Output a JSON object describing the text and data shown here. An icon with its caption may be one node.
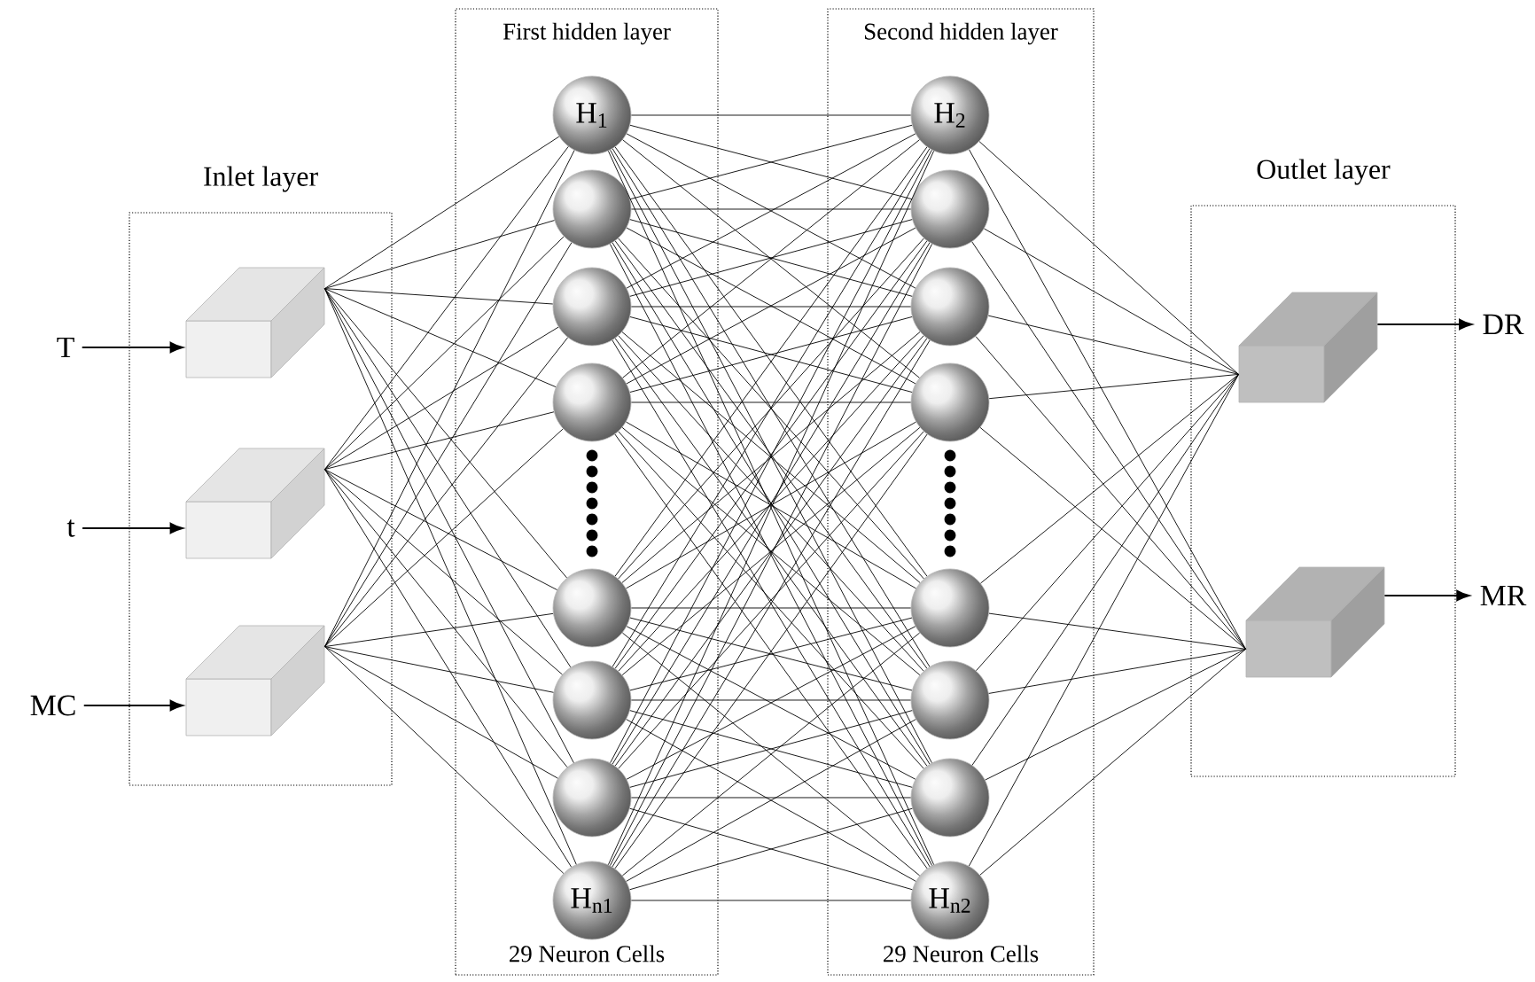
{
  "diagram": {
    "nodes": [
      {
        "text": [
          "T"
        ]
      },
      {
        "text": [
          "t"
        ]
      },
      {
        "text": [
          "MC"
        ]
      },
      {
        "text": [
          "Inlet layer"
        ]
      },
      {
        "text": [],
        "shape": "box",
        "in": 3
      },
      {
        "text": [],
        "shape": "box",
        "in": 3
      },
      {
        "text": [],
        "shape": "box",
        "in": 3
      },
      {
        "text": [
          "First hidden layer",
          "29 Neuron Cells"
        ]
      },
      {
        "text": [
          "H$_{1}$"
        ],
        "in": 7
      },
      {
        "text": [],
        "shape": "circle",
        "in": 7
      },
      {
        "text": [],
        "shape": "circle",
        "in": 7
      },
      {
        "text": [],
        "shape": "circle",
        "in": 7
      },
      {
        "text": [],
        "shape": "circle",
        "in": 7
      },
      {
        "text": [],
        "shape": "circle",
        "in": 7
      },
      {
        "text": [],
        "shape": "circle",
        "in": 7
      },
      {
        "text": [
          "H$_{n1}$"
        ],
        "in": 7
      },
      {
        "text": [
          "Second hidden layer",
          "29 Neuron Cells"
        ]
      },
      {
        "text": [
          "H$_{2}$"
        ],
        "in": 16
      },
      {
        "text": [],
        "shape": "circle",
        "in": 16
      },
      {
        "text": [],
        "shape": "circle",
        "in": 16
      },
      {
        "text": [],
        "shape": "circle",
        "in": 16
      },
      {
        "text": [],
        "shape": "circle",
        "in": 16
      },
      {
        "text": [],
        "shape": "circle",
        "in": 16
      },
      {
        "text": [],
        "shape": "circle",
        "in": 16
      },
      {
        "text": [
          "H$_{n2}$"
        ],
        "in": 16
      },
      {
        "text": [
          "Outlet layer"
        ]
      },
      {
        "text": [],
        "shape": "box",
        "in": 25
      },
      {
        "text": [],
        "shape": "box",
        "in": 25
      },
      {
        "text": [
          "DR"
        ]
      },
      {
        "text": [
          "MR"
        ]
      }
    ],
    "edges": [
      {
        "from": 0,
        "to": 4,
        "arrow": "to"
      },
      {
        "from": 1,
        "to": 5,
        "arrow": "to"
      },
      {
        "from": 2,
        "to": 6,
        "arrow": "to"
      },
      {
        "from": 4,
        "to": 8,
        "arrow": "none"
      },
      {
        "from": 4,
        "to": 9,
        "arrow": "none"
      },
      {
        "from": 4,
        "to": 10,
        "arrow": "none"
      },
      {
        "from": 4,
        "to": 11,
        "arrow": "none"
      },
      {
        "from": 4,
        "to": 12,
        "arrow": "none"
      },
      {
        "from": 4,
        "to": 13,
        "arrow": "none"
      },
      {
        "from": 4,
        "to": 14,
        "arrow": "none"
      },
      {
        "from": 4,
        "to": 15,
        "arrow": "none"
      },
      {
        "from": 5,
        "to": 8,
        "arrow": "none"
      },
      {
        "from": 5,
        "to": 9,
        "arrow": "none"
      },
      {
        "from": 5,
        "to": 10,
        "arrow": "none"
      },
      {
        "from": 5,
        "to": 11,
        "arrow": "none"
      },
      {
        "from": 5,
        "to": 12,
        "arrow": "none"
      },
      {
        "from": 5,
        "to": 13,
        "arrow": "none"
      },
      {
        "from": 5,
        "to": 14,
        "arrow": "none"
      },
      {
        "from": 5,
        "to": 15,
        "arrow": "none"
      },
      {
        "from": 6,
        "to": 8,
        "arrow": "none"
      },
      {
        "from": 6,
        "to": 9,
        "arrow": "none"
      },
      {
        "from": 6,
        "to": 10,
        "arrow": "none"
      },
      {
        "from": 6,
        "to": 11,
        "arrow": "none"
      },
      {
        "from": 6,
        "to": 12,
        "arrow": "none"
      },
      {
        "from": 6,
        "to": 13,
        "arrow": "none"
      },
      {
        "from": 6,
        "to": 14,
        "arrow": "none"
      },
      {
        "from": 6,
        "to": 15,
        "arrow": "none"
      },
      {
        "from": 8,
        "to": 17,
        "arrow": "none"
      },
      {
        "from": 8,
        "to": 18,
        "arrow": "none"
      },
      {
        "from": 8,
        "to": 19,
        "arrow": "none"
      },
      {
        "from": 8,
        "to": 20,
        "arrow": "none"
      },
      {
        "from": 8,
        "to": 21,
        "arrow": "none"
      },
      {
        "from": 8,
        "to": 22,
        "arrow": "none"
      },
      {
        "from": 8,
        "to": 23,
        "arrow": "none"
      },
      {
        "from": 8,
        "to": 24,
        "arrow": "none"
      },
      {
        "from": 9,
        "to": 17,
        "arrow": "none"
      },
      {
        "from": 9,
        "to": 18,
        "arrow": "none"
      },
      {
        "from": 9,
        "to": 19,
        "arrow": "none"
      },
      {
        "from": 9,
        "to": 20,
        "arrow": "none"
      },
      {
        "from": 9,
        "to": 21,
        "arrow": "none"
      },
      {
        "from": 9,
        "to": 22,
        "arrow": "none"
      },
      {
        "from": 9,
        "to": 23,
        "arrow": "none"
      },
      {
        "from": 9,
        "to": 24,
        "arrow": "none"
      },
      {
        "from": 10,
        "to": 17,
        "arrow": "none"
      },
      {
        "from": 10,
        "to": 18,
        "arrow": "none"
      },
      {
        "from": 10,
        "to": 19,
        "arrow": "none"
      },
      {
        "from": 10,
        "to": 20,
        "arrow": "none"
      },
      {
        "from": 10,
        "to": 21,
        "arrow": "none"
      },
      {
        "from": 10,
        "to": 22,
        "arrow": "none"
      },
      {
        "from": 10,
        "to": 23,
        "arrow": "none"
      },
      {
        "from": 10,
        "to": 24,
        "arrow": "none"
      },
      {
        "from": 11,
        "to": 17,
        "arrow": "none"
      },
      {
        "from": 11,
        "to": 18,
        "arrow": "none"
      },
      {
        "from": 11,
        "to": 19,
        "arrow": "none"
      },
      {
        "from": 11,
        "to": 20,
        "arrow": "none"
      },
      {
        "from": 11,
        "to": 21,
        "arrow": "none"
      },
      {
        "from": 11,
        "to": 22,
        "arrow": "none"
      },
      {
        "from": 11,
        "to": 23,
        "arrow": "none"
      },
      {
        "from": 11,
        "to": 24,
        "arrow": "none"
      },
      {
        "from": 12,
        "to": 17,
        "arrow": "none"
      },
      {
        "from": 12,
        "to": 18,
        "arrow": "none"
      },
      {
        "from": 12,
        "to": 19,
        "arrow": "none"
      },
      {
        "from": 12,
        "to": 20,
        "arrow": "none"
      },
      {
        "from": 12,
        "to": 21,
        "arrow": "none"
      },
      {
        "from": 12,
        "to": 22,
        "arrow": "none"
      },
      {
        "from": 12,
        "to": 23,
        "arrow": "none"
      },
      {
        "from": 12,
        "to": 24,
        "arrow": "none"
      },
      {
        "from": 13,
        "to": 17,
        "arrow": "none"
      },
      {
        "from": 13,
        "to": 18,
        "arrow": "none"
      },
      {
        "from": 13,
        "to": 19,
        "arrow": "none"
      },
      {
        "from": 13,
        "to": 20,
        "arrow": "none"
      },
      {
        "from": 13,
        "to": 21,
        "arrow": "none"
      },
      {
        "from": 13,
        "to": 22,
        "arrow": "none"
      },
      {
        "from": 13,
        "to": 23,
        "arrow": "none"
      },
      {
        "from": 13,
        "to": 24,
        "arrow": "none"
      },
      {
        "from": 14,
        "to": 17,
        "arrow": "none"
      },
      {
        "from": 14,
        "to": 18,
        "arrow": "none"
      },
      {
        "from": 14,
        "to": 19,
        "arrow": "none"
      },
      {
        "from": 14,
        "to": 20,
        "arrow": "none"
      },
      {
        "from": 14,
        "to": 21,
        "arrow": "none"
      },
      {
        "from": 14,
        "to": 22,
        "arrow": "none"
      },
      {
        "from": 14,
        "to": 23,
        "arrow": "none"
      },
      {
        "from": 14,
        "to": 24,
        "arrow": "none"
      },
      {
        "from": 15,
        "to": 17,
        "arrow": "none"
      },
      {
        "from": 15,
        "to": 18,
        "arrow": "none"
      },
      {
        "from": 15,
        "to": 19,
        "arrow": "none"
      },
      {
        "from": 15,
        "to": 20,
        "arrow": "none"
      },
      {
        "from": 15,
        "to": 21,
        "arrow": "none"
      },
      {
        "from": 15,
        "to": 22,
        "arrow": "none"
      },
      {
        "from": 15,
        "to": 23,
        "arrow": "none"
      },
      {
        "from": 15,
        "to": 24,
        "arrow": "none"
      },
      {
        "from": 17,
        "to": 26,
        "arrow": "none"
      },
      {
        "from": 17,
        "to": 27,
        "arrow": "none"
      },
      {
        "from": 18,
        "to": 26,
        "arrow": "none"
      },
      {
        "from": 18,
        "to": 27,
        "arrow": "none"
      },
      {
        "from": 19,
        "to": 26,
        "arrow": "none"
      },
      {
        "from": 19,
        "to": 27,
        "arrow": "none"
      },
      {
        "from": 20,
        "to": 26,
        "arrow": "none"
      },
      {
        "from": 20,
        "to": 27,
        "arrow": "none"
      },
      {
        "from": 21,
        "to": 26,
        "arrow": "none"
      },
      {
        "from": 21,
        "to": 27,
        "arrow": "none"
      },
      {
        "from": 22,
        "to": 26,
        "arrow": "none"
      },
      {
        "from": 22,
        "to": 27,
        "arrow": "none"
      },
      {
        "from": 23,
        "to": 26,
        "arrow": "none"
      },
      {
        "from": 23,
        "to": 27,
        "arrow": "none"
      },
      {
        "from": 24,
        "to": 26,
        "arrow": "none"
      },
      {
        "from": 24,
        "to": 27,
        "arrow": "none"
      },
      {
        "from": 26,
        "to": 28,
        "arrow": "to"
      },
      {
        "from": 27,
        "to": 29,
        "arrow": "to"
      }
    ]
  }
}
